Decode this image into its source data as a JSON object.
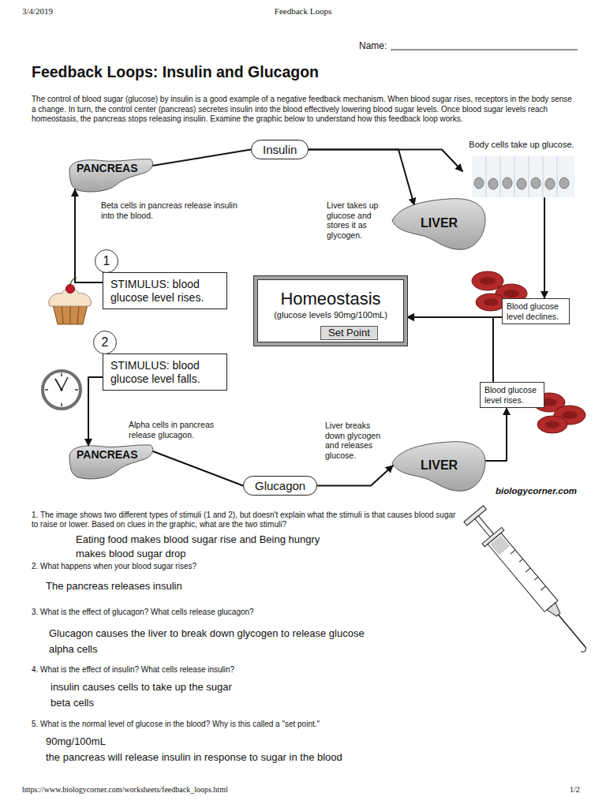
{
  "diagram": {
    "title": "Feedback Loops: Insulin and Glucagon",
    "nodes": [
      {
        "text": [
          "Insulin"
        ]
      },
      {
        "text": [
          "Body cells take up glucose."
        ]
      },
      {
        "text": [
          "PANCREAS",
          "Beta cells in pancreas release insulin into the blood."
        ]
      },
      {
        "text": [
          "LIVER",
          "Liver takes up glucose and stores it as glycogen."
        ]
      },
      {
        "text": [
          "1"
        ]
      },
      {
        "text": [
          "STIMULUS: blood glucose level rises."
        ]
      },
      {
        "text": [
          "Homeostasis",
          "(glucose levels 90mg/100mL)"
        ]
      },
      {
        "text": [
          "Set Point"
        ],
        "in": 6
      },
      {
        "text": [
          "Blood glucose level declines."
        ]
      },
      {
        "text": [
          "2"
        ]
      },
      {
        "text": [
          "STIMULUS: blood glucose level falls."
        ]
      },
      {
        "text": [
          "Blood glucose level rises."
        ]
      },
      {
        "text": [
          "PANCREAS",
          "Alpha cells in pancreas release glucagon."
        ]
      },
      {
        "text": [
          "LIVER",
          "Liver breaks down glycogen and releases glucose."
        ]
      },
      {
        "text": [
          "Glucagon"
        ]
      }
    ],
    "edges": [
      {
        "from": 5,
        "to": 2,
        "arrow": "to"
      },
      {
        "from": 2,
        "to": 0,
        "arrow": "none"
      },
      {
        "from": 0,
        "to": 1,
        "arrow": "to"
      },
      {
        "from": 0,
        "to": 3,
        "arrow": "to"
      },
      {
        "from": 1,
        "to": 8,
        "arrow": "to"
      },
      {
        "from": 8,
        "to": 6,
        "arrow": "to"
      },
      {
        "from": 11,
        "to": 6,
        "arrow": "to"
      },
      {
        "from": 13,
        "to": 11,
        "arrow": "to"
      },
      {
        "from": 12,
        "to": 14,
        "arrow": "none"
      },
      {
        "from": 14,
        "to": 13,
        "arrow": "to"
      },
      {
        "from": 10,
        "to": 12,
        "arrow": "to"
      }
    ],
    "labels": [
      "3/4/2019",
      "Feedback Loops",
      "Name:",
      "The control of blood sugar (glucose) by insulin is a good example of a negative feedback mechanism. When blood sugar rises, receptors in the body sense a change. In turn, the control center (pancreas) secretes insulin into the blood effectively lowering blood sugar levels. Once blood sugar levels reach homeostasis, the pancreas stops releasing insulin. Examine the graphic below to understand how this feedback loop works.",
      "biologycorner.com",
      "1. The image shows two different types of stimuli (1 and 2), but doesn't explain what the stimuli is that causes blood sugar to raise or lower. Based on clues in the graphic, what are the two stimuli?",
      "Eating food makes blood sugar rise and Being hungry makes blood sugar drop",
      "2. What happens when your blood sugar rises?",
      "The pancreas releases insulin",
      "3. What is the effect of glucagon? What cells release glucagon?",
      "Glucagon causes the liver to break down glycogen to release glucose",
      "alpha cells",
      "4. What is the effect of insulin? What cells release insulin?",
      "insulin causes cells to take up the sugar",
      "beta cells",
      "5. What is the normal level of glucose in the blood? Why is this called a \"set point.\"",
      "90mg/100mL",
      "the pancreas will release insulin in response to sugar in the blood",
      "https://www.biologycorner.com/worksheets/feedback_loops.html",
      "1/2"
    ]
  }
}
